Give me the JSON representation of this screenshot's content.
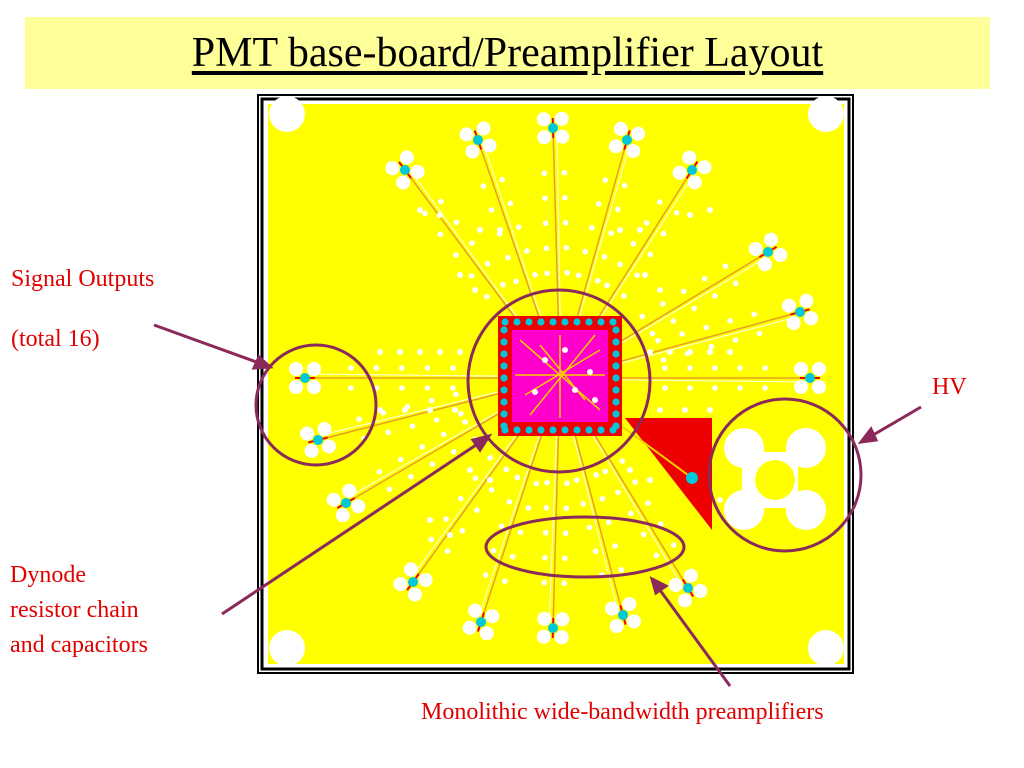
{
  "title": "PMT base-board/Preamplifier Layout",
  "annotations": {
    "signal_outputs": "Signal Outputs",
    "signal_count": "(total 16)",
    "hv": "HV",
    "dynode_line1": "Dynode",
    "dynode_line2": "resistor chain",
    "dynode_line3": "and capacitors",
    "preamplifiers": "Monolithic wide-bandwidth preamplifiers"
  },
  "colors": {
    "title_background": "#ffff99",
    "board": "#ffff00",
    "trace": "#e8a020",
    "chip": "#ee0000",
    "chip_core": "#ff00cc",
    "pad": "#00c8d8",
    "callout": "#8b2a5a",
    "label": "#e00000"
  }
}
